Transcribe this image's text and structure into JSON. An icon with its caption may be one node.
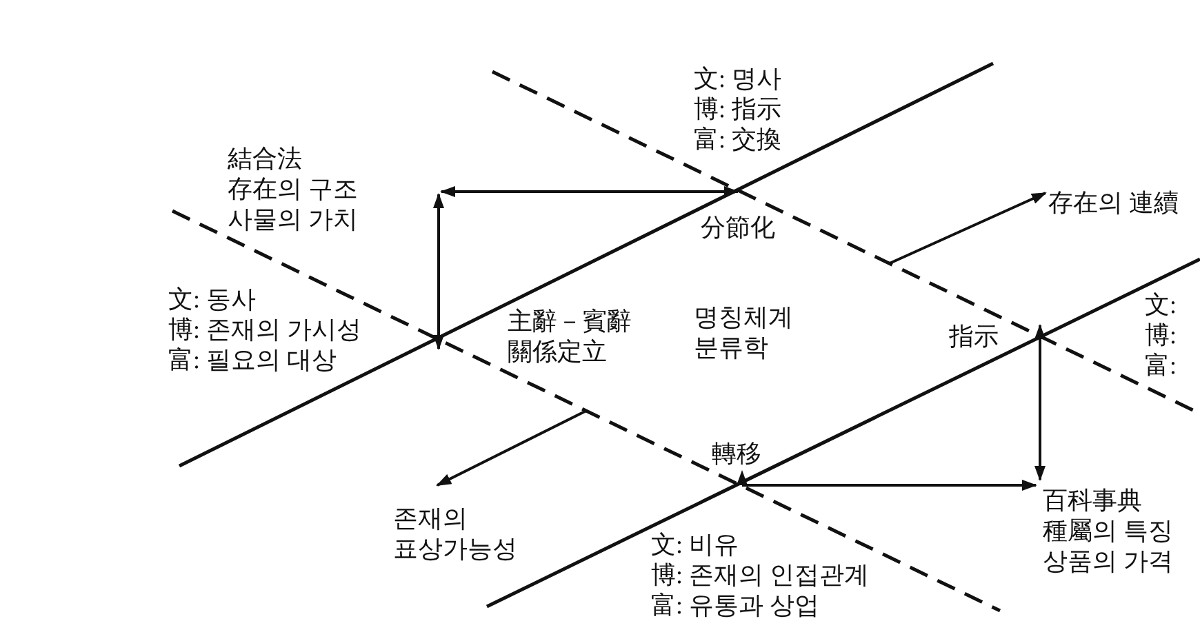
{
  "diagram": {
    "nodes": [
      {
        "text": [
          "結合法",
          "存在의 구조",
          "사물의 가치"
        ]
      },
      {
        "text": [
          "存在의 連續"
        ]
      },
      {
        "text": [
          "分節化"
        ]
      },
      {
        "text": [
          "轉移"
        ]
      },
      {
        "text": [
          "존재의 표상가능성"
        ]
      },
      {
        "text": [
          "百科事典",
          "種屬의 특징",
          "상품의 가격"
        ]
      }
    ],
    "edges": [
      {
        "from": null,
        "to": 0,
        "arrow": "both"
      },
      {
        "from": 2,
        "to": 0,
        "arrow": "both"
      },
      {
        "from": null,
        "to": 1,
        "arrow": "to"
      },
      {
        "from": null,
        "to": 4,
        "arrow": "to"
      },
      {
        "from": null,
        "to": 5,
        "arrow": "both"
      },
      {
        "from": 3,
        "to": 5,
        "arrow": "both"
      }
    ],
    "labels": [
      "文: 명사",
      "博: 指示",
      "富: 交換",
      "文: 동사",
      "博: 존재의 가시성",
      "富: 필요의 대상",
      "主辭－賓辭關係定立",
      "명칭체계",
      "분류학",
      "指示",
      "文:",
      "博:",
      "富:",
      "文: 비유",
      "博: 존재의 인접관계",
      "富: 유통과 상업"
    ]
  }
}
